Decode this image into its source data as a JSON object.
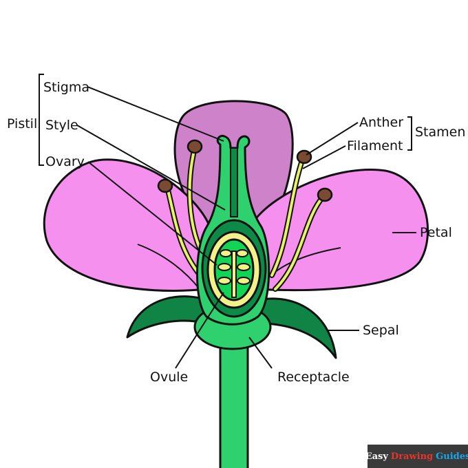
{
  "labels": {
    "pistil": "Pistil",
    "stigma": "Stigma",
    "style": "Style",
    "ovary": "Ovary",
    "anther": "Anther",
    "filament": "Filament",
    "stamen": "Stamen",
    "petal": "Petal",
    "sepal": "Sepal",
    "ovule": "Ovule",
    "receptacle": "Receptacle"
  },
  "logo": {
    "word1": "Easy",
    "word2": "Drawing",
    "word3": "Guides"
  },
  "colors": {
    "back_petal": "#cd82c9",
    "petal": "#f590ee",
    "green_light": "#2fd06e",
    "green_dark": "#0d8a48",
    "ovary_yellow": "#f4f08a",
    "ovule_green": "#12d455",
    "filament": "#e6f26a",
    "anther": "#7b4a32"
  }
}
